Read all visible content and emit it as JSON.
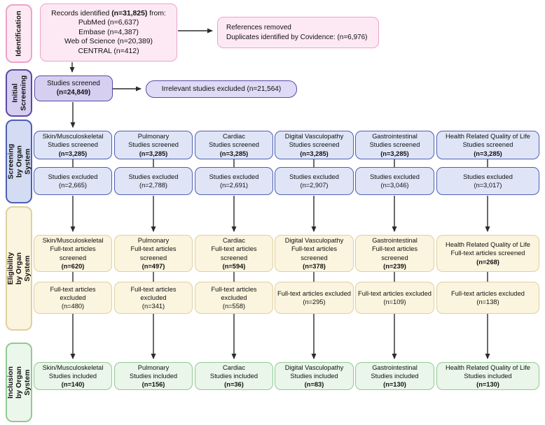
{
  "palette": {
    "pink_fill": "#fce9f3",
    "pink_border": "#eda3ca",
    "purple_fill": "#d7cff0",
    "purple_border": "#5a48a6",
    "blue_fill": "#dfe5f7",
    "blue_border": "#4c5eb4",
    "cream_fill": "#fbf4de",
    "cream_border": "#dfd0a0",
    "green_fill": "#e9f6e9",
    "green_border": "#92c992",
    "arrow": "#2b2b2b"
  },
  "sidebar": {
    "identification": "Identification",
    "initial_screening": "Initial\nScreening",
    "screening": "Screening by Organ\nSystem",
    "eligibility": "Eligibility by Organ System",
    "inclusion": "Inclusion by Organ\nSystem"
  },
  "identification": {
    "records_prefix": "Records identified ",
    "records_n": "(n=31,825)",
    "records_suffix": " from:",
    "sources": [
      "PubMed (n=6,637)",
      "Embase (n=4,387)",
      "Web of Science (n=20,389)",
      "CENTRAL (n=412)"
    ],
    "references_removed_line1": "References removed",
    "references_removed_line2": "Duplicates identified by Covidence: (n=6,976)"
  },
  "initial_screening": {
    "screened_label": "Studies screened",
    "screened_n": "(n=24,849)",
    "excluded_label": "Irrelevant studies excluded (n=21,564)"
  },
  "shared": {
    "studies_screened": "Studies screened",
    "studies_excluded": "Studies excluded",
    "fulltext_screened": "Full-text articles screened",
    "fulltext_excluded": "Full-text articles excluded",
    "studies_included": "Studies included"
  },
  "columns": [
    {
      "name": "Skin/Musculoskeletal",
      "screened_n": "(n=3,285)",
      "excluded_n": "(n=2,665)",
      "ft_screened_n": "(n=620)",
      "ft_excluded_n": "(n=480)",
      "included_n": "(n=140)"
    },
    {
      "name": "Pulmonary",
      "screened_n": "(n=3,285)",
      "excluded_n": "(n=2,788)",
      "ft_screened_n": "(n=497)",
      "ft_excluded_n": "(n=341)",
      "included_n": "(n=156)"
    },
    {
      "name": "Cardiac",
      "screened_n": "(n=3,285)",
      "excluded_n": "(n=2,691)",
      "ft_screened_n": "(n=594)",
      "ft_excluded_n": "(n=558)",
      "included_n": "(n=36)"
    },
    {
      "name": "Digital Vasculopathy",
      "screened_n": "(n=3,285)",
      "excluded_n": "(n=2,907)",
      "ft_screened_n": "(n=378)",
      "ft_excluded_n": "(n=295)",
      "included_n": "(n=83)"
    },
    {
      "name": "Gastrointestinal",
      "screened_n": "(n=3,285)",
      "excluded_n": "(n=3,046)",
      "ft_screened_n": "(n=239)",
      "ft_excluded_n": "(n=109)",
      "included_n": "(n=130)"
    },
    {
      "name": "Health Related Quality of Life",
      "screened_n": "(n=3,285)",
      "excluded_n": "(n=3,017)",
      "ft_screened_n": "(n=268)",
      "ft_excluded_n": "(n=138)",
      "included_n": "(n=130)"
    }
  ]
}
